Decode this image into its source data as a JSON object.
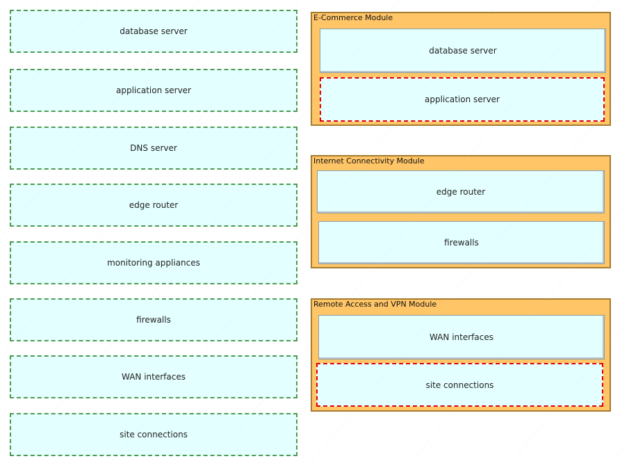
{
  "sources": [
    "database server",
    "application server",
    "DNS server",
    "edge router",
    "monitoring appliances",
    "firewalls",
    "WAN interfaces",
    "site connections"
  ],
  "modules": [
    {
      "title": "E-Commerce Module",
      "slots": [
        "database server",
        "application server"
      ]
    },
    {
      "title": "Internet Connectivity Module",
      "slots": [
        "edge router",
        "firewalls"
      ]
    },
    {
      "title": "Remote Access and VPN Module",
      "slots": [
        "WAN interfaces",
        "site connections"
      ]
    }
  ],
  "colors": {
    "source_bg": "#e4ffff",
    "source_border": "#4f9a4f",
    "module_bg": "#ffc567",
    "module_border": "#a47b2f",
    "highlight": "#e10000"
  }
}
